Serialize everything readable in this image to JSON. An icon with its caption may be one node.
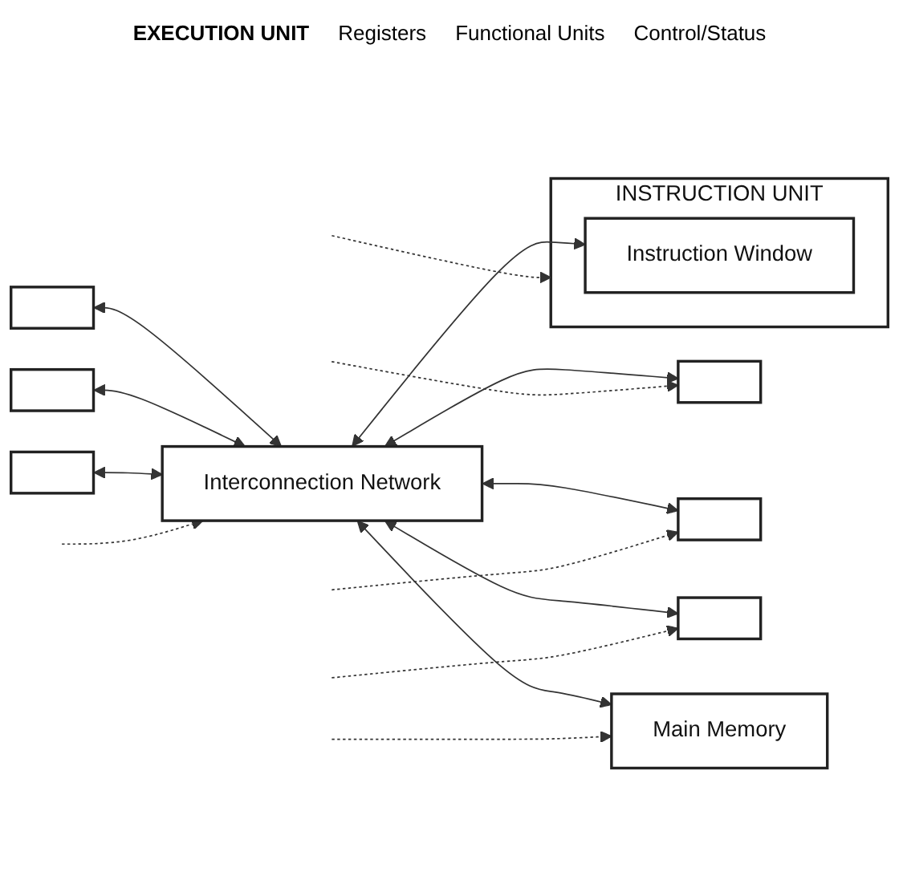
{
  "diagram": {
    "nodes": [
      {
        "text": [],
        "shape": "box"
      },
      {
        "text": [],
        "shape": "box"
      },
      {
        "text": [],
        "shape": "box"
      },
      {
        "text": [
          "Interconnection Network"
        ]
      },
      {
        "text": [],
        "shape": "box"
      },
      {
        "text": [],
        "shape": "box"
      },
      {
        "text": [],
        "shape": "box"
      },
      {
        "text": [
          "Main Memory"
        ]
      },
      {
        "text": [
          "INSTRUCTION UNIT"
        ]
      },
      {
        "text": [
          "Instruction Window"
        ],
        "in": 8
      }
    ],
    "edges": [
      {
        "from": 0,
        "to": 3,
        "arrow": "both"
      },
      {
        "from": 1,
        "to": 3,
        "arrow": "both"
      },
      {
        "from": 2,
        "to": 3,
        "arrow": "both"
      },
      {
        "from": 3,
        "to": 4,
        "arrow": "both"
      },
      {
        "from": 3,
        "to": 5,
        "arrow": "both"
      },
      {
        "from": 3,
        "to": 6,
        "arrow": "both"
      },
      {
        "from": 3,
        "to": 7,
        "arrow": "both"
      },
      {
        "from": 3,
        "to": 9,
        "arrow": "both"
      },
      {
        "from": null,
        "to": 3,
        "arrow": "to",
        "style": "dashed"
      },
      {
        "from": null,
        "to": 4,
        "arrow": "to",
        "style": "dashed"
      },
      {
        "from": null,
        "to": 5,
        "arrow": "to",
        "style": "dashed"
      },
      {
        "from": null,
        "to": 6,
        "arrow": "to",
        "style": "dashed"
      },
      {
        "from": null,
        "to": 8,
        "arrow": "to",
        "style": "dashed"
      },
      {
        "from": null,
        "to": 7,
        "arrow": "to",
        "style": "dashed"
      }
    ],
    "labels": [
      "EXECUTION UNIT",
      "Registers",
      "Functional Units",
      "Control/Status"
    ]
  }
}
